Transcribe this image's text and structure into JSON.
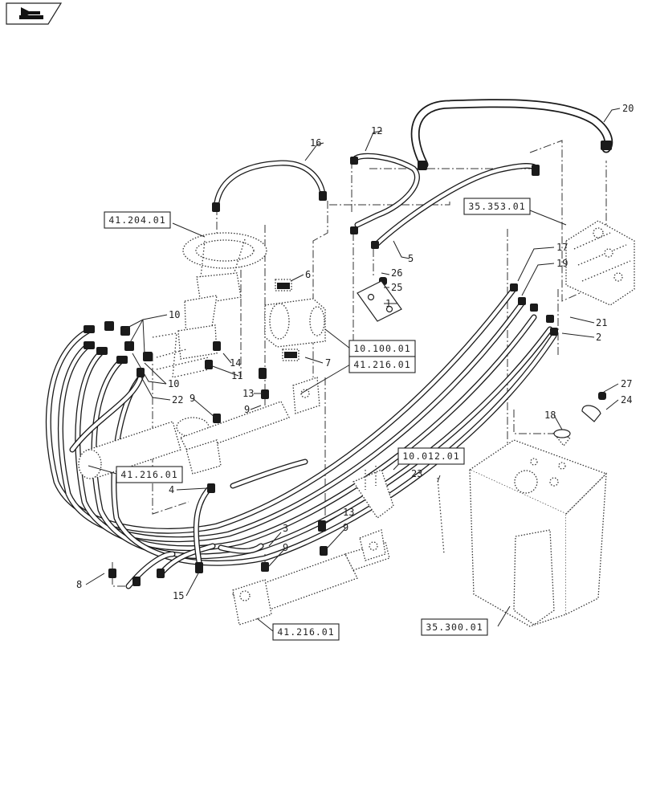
{
  "nav_icon": "back-arrow-icon",
  "ref_boxes": [
    "41.204.01",
    "35.353.01",
    "10.100.01",
    "41.216.01",
    "41.216.01",
    "10.012.01",
    "41.216.01",
    "35.300.01"
  ],
  "callouts": [
    "1",
    "2",
    "3",
    "4",
    "5",
    "6",
    "7",
    "8",
    "9",
    "9",
    "9",
    "9",
    "10",
    "10",
    "11",
    "12",
    "13",
    "13",
    "14",
    "15",
    "16",
    "17",
    "18",
    "19",
    "20",
    "21",
    "22",
    "23",
    "24",
    "25",
    "26",
    "27"
  ]
}
